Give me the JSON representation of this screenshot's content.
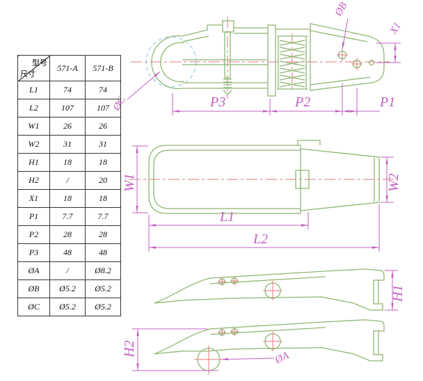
{
  "table": {
    "corner_top": "型号",
    "corner_bottom": "尺寸",
    "columns": [
      "571-A",
      "571-B"
    ],
    "rows": [
      [
        "L1",
        "74",
        "74"
      ],
      [
        "L2",
        "107",
        "107"
      ],
      [
        "W1",
        "26",
        "26"
      ],
      [
        "W2",
        "31",
        "31"
      ],
      [
        "H1",
        "18",
        "18"
      ],
      [
        "H2",
        "/",
        "20"
      ],
      [
        "X1",
        "18",
        "18"
      ],
      [
        "P1",
        "7.7",
        "7.7"
      ],
      [
        "P2",
        "28",
        "28"
      ],
      [
        "P3",
        "48",
        "48"
      ],
      [
        "ØA",
        "/",
        "Ø8.2"
      ],
      [
        "ØB",
        "Ø5.2",
        "Ø5.2"
      ],
      [
        "ØC",
        "Ø5.2",
        "Ø5.2"
      ]
    ]
  },
  "labels": {
    "p1": "P1",
    "p2": "P2",
    "p3": "P3",
    "l1": "L1",
    "l2": "L2",
    "w1": "W1",
    "w2": "W2",
    "h1": "H1",
    "h2": "H2",
    "x1": "X1",
    "dia_a": "ØA",
    "dia_b": "ØB",
    "dia_c": "ØC"
  },
  "colors": {
    "outline": "#8fb573",
    "dimension": "#c060c0",
    "centerline": "#e07a7a",
    "hidden": "#85c2de",
    "table_border": "#333333"
  }
}
